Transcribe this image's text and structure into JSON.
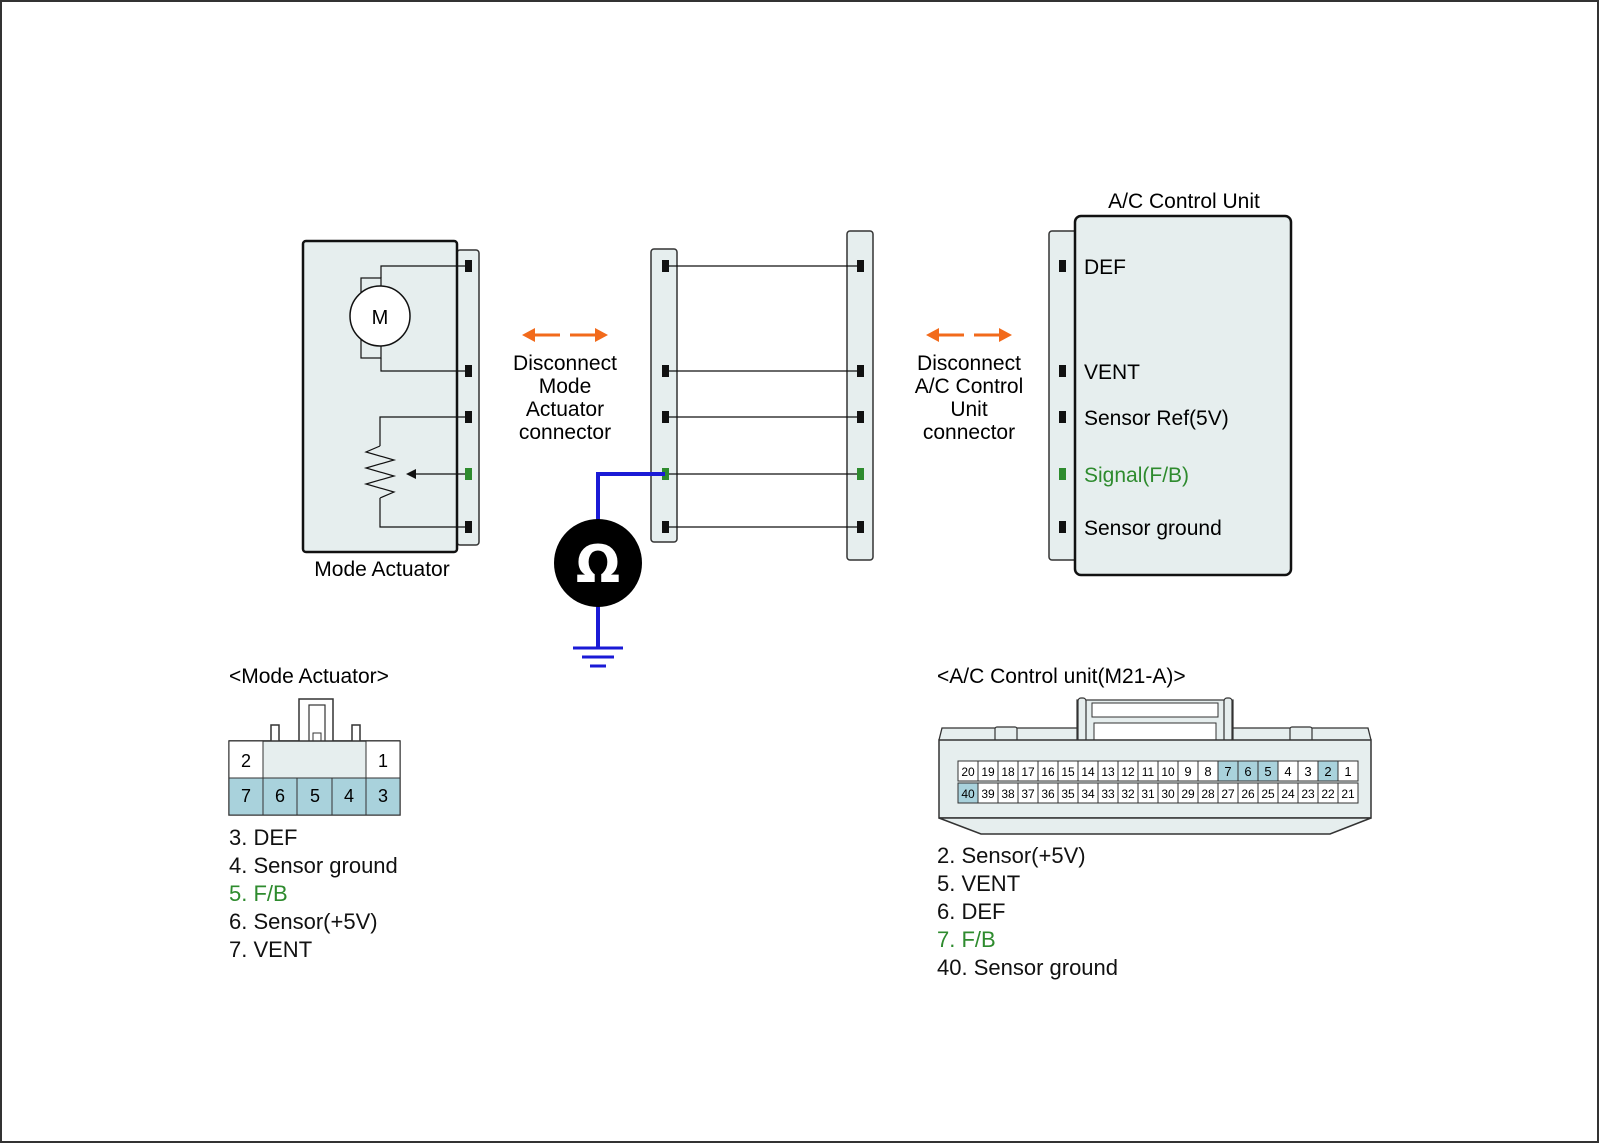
{
  "colors": {
    "panel_fill": "#e6eeee",
    "pin_black": "#111111",
    "pin_green": "#2e8b2e",
    "arrow_orange": "#f26a1b",
    "probe_blue": "#1a1ad6",
    "teal_pin": "#a9d2dc",
    "signal_green": "#2e8b2e"
  },
  "icons": {
    "meter": "ohm-meter-icon",
    "ground": "ground-symbol-icon",
    "motor": "motor-icon",
    "resistor": "potentiometer-icon"
  },
  "actuator": {
    "label": "Mode Actuator",
    "motor_letter": "M"
  },
  "disconnect_left": {
    "lines": [
      "Disconnect",
      "Mode",
      "Actuator",
      "connector"
    ]
  },
  "disconnect_right": {
    "lines": [
      "Disconnect",
      "A/C Control",
      "Unit",
      "connector"
    ]
  },
  "meter": {
    "symbol": "Ω"
  },
  "control_unit": {
    "title": "A/C Control Unit",
    "pins": [
      "DEF",
      "VENT",
      "Sensor Ref(5V)",
      "Signal(F/B)",
      "Sensor ground"
    ]
  },
  "mode_connector": {
    "title": "<Mode Actuator>",
    "top_pins": [
      "2",
      "1"
    ],
    "bottom_pins": [
      "7",
      "6",
      "5",
      "4",
      "3"
    ],
    "legend": [
      "3. DEF",
      "4. Sensor ground",
      "5. F/B",
      "6. Sensor(+5V)",
      "7. VENT"
    ]
  },
  "ac_connector": {
    "title": "<A/C Control unit(M21-A)>",
    "row1": [
      "20",
      "19",
      "18",
      "17",
      "16",
      "15",
      "14",
      "13",
      "12",
      "11",
      "10",
      "9",
      "8",
      "7",
      "6",
      "5",
      "4",
      "3",
      "2",
      "1"
    ],
    "row2": [
      "40",
      "39",
      "38",
      "37",
      "36",
      "35",
      "34",
      "33",
      "32",
      "31",
      "30",
      "29",
      "28",
      "27",
      "26",
      "25",
      "24",
      "23",
      "22",
      "21"
    ],
    "highlighted": [
      "2",
      "5",
      "6",
      "7",
      "40"
    ],
    "legend": [
      "2. Sensor(+5V)",
      "5. VENT",
      "6. DEF",
      "7. F/B",
      "40. Sensor ground"
    ]
  }
}
